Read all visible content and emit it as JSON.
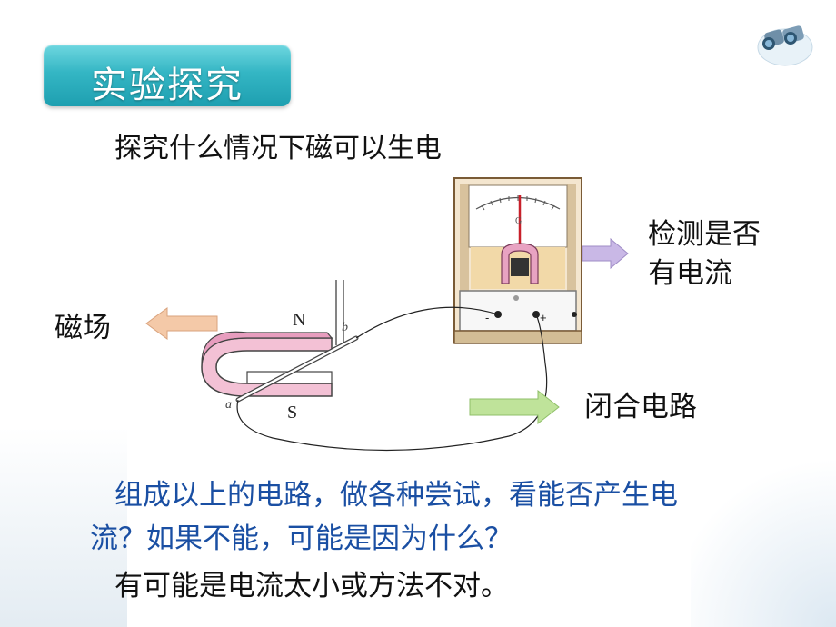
{
  "title": "实验探究",
  "heading": "探究什么情况下磁可以生电",
  "labels": {
    "detect_line1": "检测是否",
    "detect_line2": "有电流",
    "magnetic_field": "磁场",
    "closed_circuit": "闭合电路"
  },
  "diagram": {
    "north_pole": "N",
    "south_pole": "S",
    "end_a": "a",
    "end_b": "b",
    "meter_letter": "G",
    "minus": "-",
    "plus": "+"
  },
  "question_line1": "组成以上的电路，做各种尝试，看能否产生电",
  "question_line2": "流？如果不能，可能是因为什么？",
  "answer": "有可能是电流太小或方法不对。",
  "colors": {
    "title_bg": "#2fb4c3",
    "question_text": "#1a4fa3",
    "arrow_purple": "#c9b8e6",
    "arrow_orange": "#f4c9a8",
    "arrow_green": "#bfe39a"
  },
  "icons": [
    "binoculars-icon",
    "arrow-right-icon",
    "arrow-left-icon"
  ]
}
